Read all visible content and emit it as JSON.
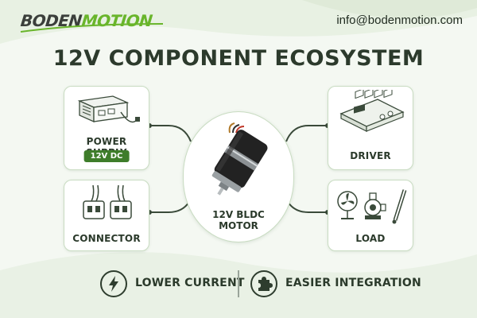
{
  "brand": {
    "name_part1": "BODEN",
    "name_part2": "MOTION"
  },
  "contact": {
    "email": "info@bodenmotion.com"
  },
  "title": "12V COMPONENT ECOSYSTEM",
  "center": {
    "label_line1": "12V BLDC",
    "label_line2": "MOTOR",
    "icon": "bldc-motor-icon"
  },
  "components": [
    {
      "label": "POWER SUPPLY",
      "badge": "12V DC",
      "icon": "power-supply-icon"
    },
    {
      "label": "DRIVER",
      "icon": "driver-board-icon"
    },
    {
      "label": "CONNECTOR",
      "icon": "connector-icon"
    },
    {
      "label": "LOAD",
      "icon": "fan-pump-actuator-icon"
    }
  ],
  "benefits": [
    {
      "label": "LOWER CURRENT",
      "icon": "lightning-icon"
    },
    {
      "label": "EASIER INTEGRATION",
      "icon": "puzzle-icon"
    }
  ],
  "colors": {
    "accent_green": "#3e7d2a",
    "brand_green": "#69b52b",
    "card_border": "#c9dcc2",
    "text_dark": "#2b3a2b"
  }
}
